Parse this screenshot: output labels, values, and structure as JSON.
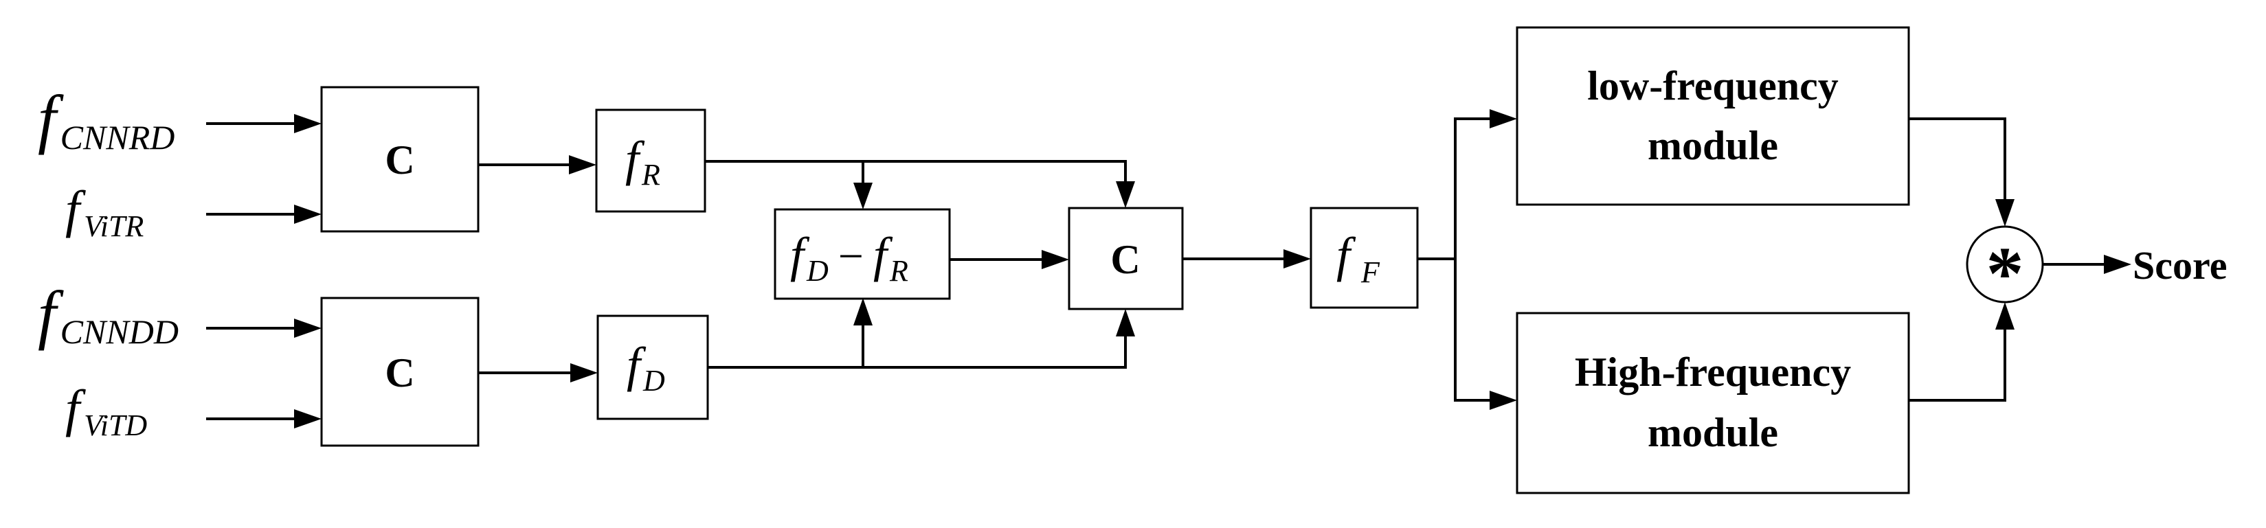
{
  "inputs": {
    "cnnrd": {
      "base": "f",
      "sub": "CNNRD"
    },
    "vitr": {
      "base": "f",
      "sub": "ViTR"
    },
    "cnndd": {
      "base": "f",
      "sub": "CNNDD"
    },
    "vitd": {
      "base": "f",
      "sub": "ViTD"
    }
  },
  "concat_label": "C",
  "features": {
    "fr": {
      "base": "f",
      "sub": "R"
    },
    "fd": {
      "base": "f",
      "sub": "D"
    },
    "diff": {
      "base1": "f",
      "sub1": "D",
      "minus": "−",
      "base2": "f",
      "sub2": "R"
    },
    "ff": {
      "base": "f",
      "sub": "F"
    }
  },
  "modules": {
    "low_line1": "low-frequency",
    "low_line2": "module",
    "high_line1": "High-frequency",
    "high_line2": "module"
  },
  "multiply_symbol": "*",
  "output_label": "Score"
}
